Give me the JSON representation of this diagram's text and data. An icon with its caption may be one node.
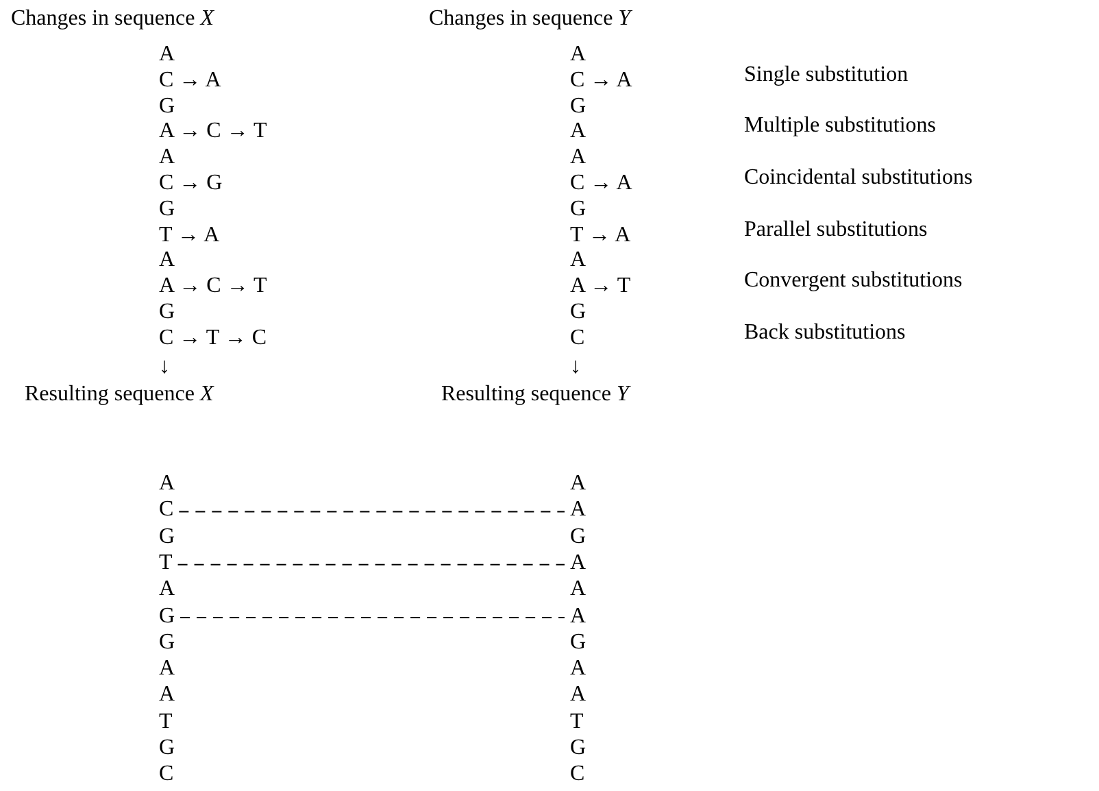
{
  "diagram": {
    "nodes": [
      {
        "text": [
          "C"
        ]
      },
      {
        "text": [
          "A"
        ]
      },
      {
        "text": [
          "T"
        ]
      },
      {
        "text": [
          "A"
        ]
      },
      {
        "text": [
          "G"
        ]
      },
      {
        "text": [
          "A"
        ]
      }
    ],
    "edges": [
      {
        "from": 0,
        "to": 1,
        "arrow": "none",
        "style": "dashed"
      },
      {
        "from": 2,
        "to": 3,
        "arrow": "none",
        "style": "dashed"
      },
      {
        "from": 4,
        "to": 5,
        "arrow": "none",
        "style": "dashed"
      }
    ],
    "labels": [
      "Changes in sequence *X*",
      "Changes in sequence *Y*",
      "A",
      "A",
      "C → A",
      "C → A",
      "Single substitution",
      "G",
      "G",
      "A → C → T",
      "A",
      "Multiple substitutions",
      "A",
      "A",
      "C → G",
      "C → A",
      "Coincidental substitutions",
      "G",
      "G",
      "T → A",
      "T → A",
      "Parallel substitutions",
      "A",
      "A",
      "A → C → T",
      "A → T",
      "Convergent substitutions",
      "G",
      "G",
      "C → T → C",
      "C",
      "Back substitutions",
      "↓",
      "↓",
      "Resulting sequence *X*",
      "Resulting sequence *Y*",
      "A",
      "A",
      "G",
      "G",
      "A",
      "A",
      "G",
      "G",
      "A",
      "A",
      "A",
      "A",
      "T",
      "T",
      "G",
      "G",
      "C",
      "C"
    ]
  }
}
